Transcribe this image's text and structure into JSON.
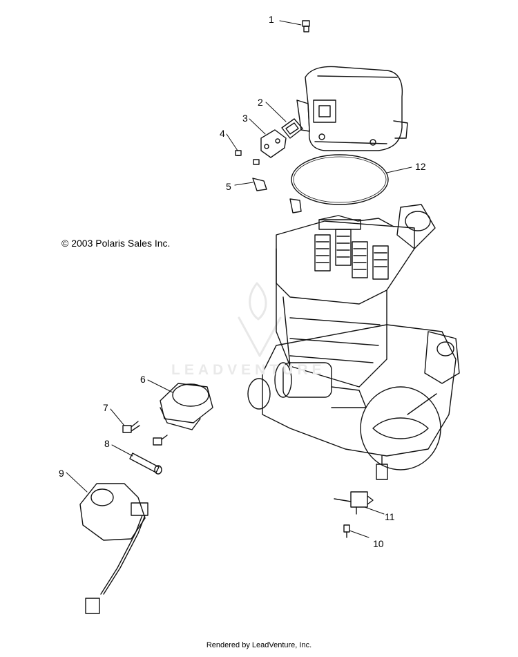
{
  "diagram": {
    "callouts": [
      "1",
      "2",
      "3",
      "4",
      "5",
      "6",
      "7",
      "8",
      "9",
      "10",
      "11",
      "12"
    ],
    "copyright": "© 2003 Polaris Sales Inc.",
    "footer": "Rendered by LeadVenture, Inc.",
    "watermark": "LEADVENTURE"
  }
}
